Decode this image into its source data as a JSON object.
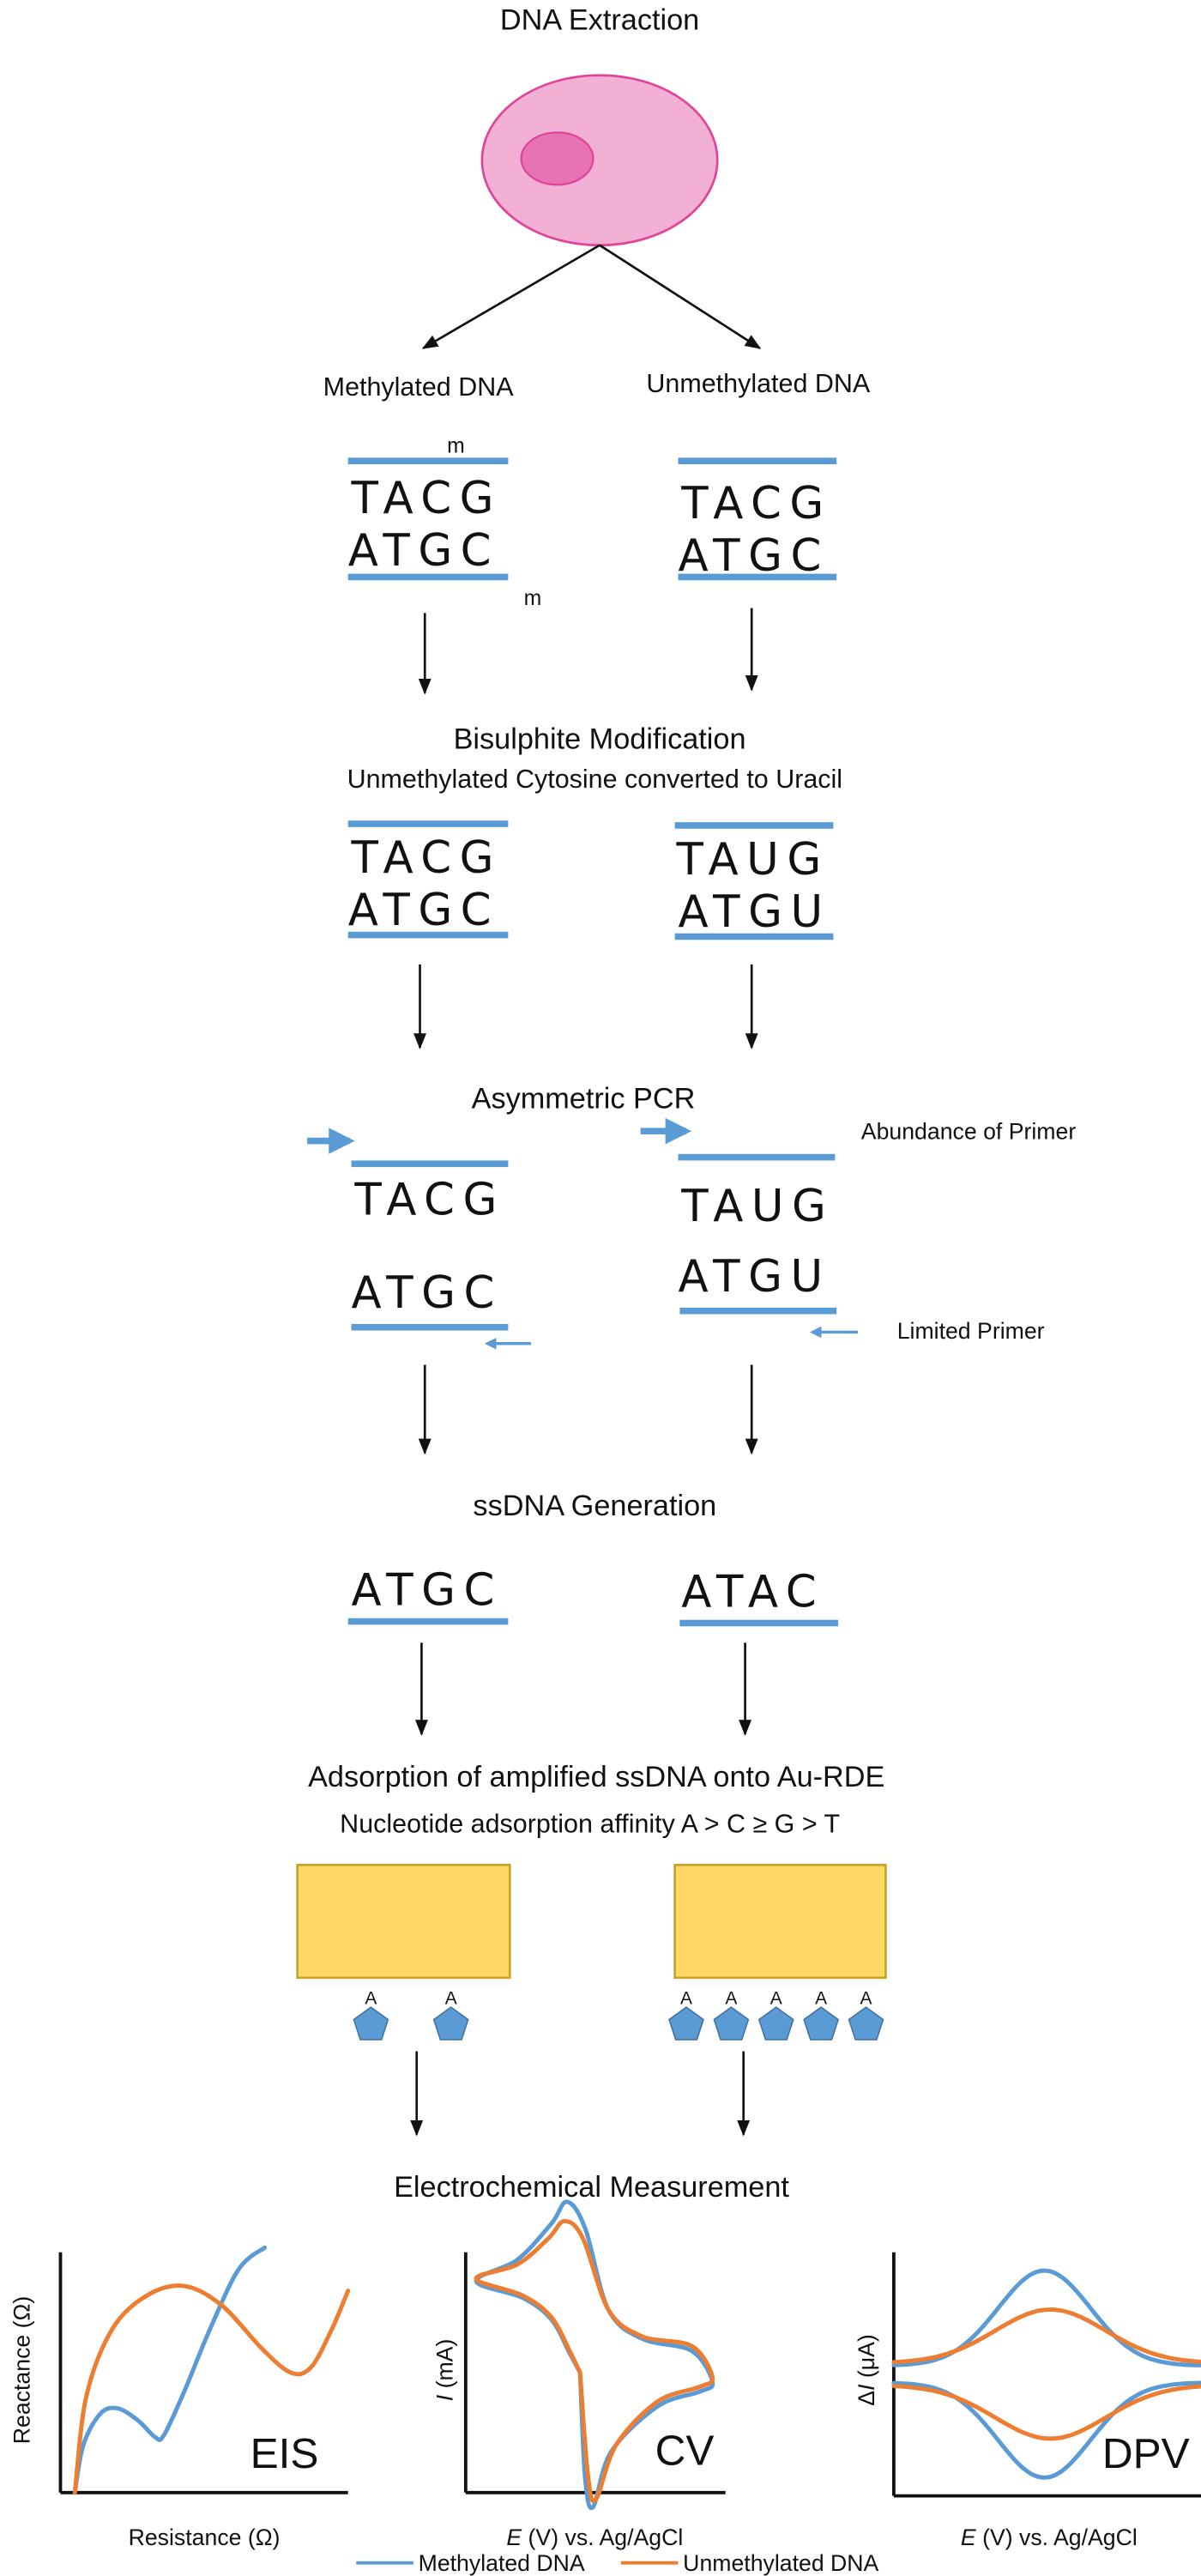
{
  "colors": {
    "strand": "#5b9bd5",
    "methylated": "#5b9bd5",
    "unmethylated": "#ed7d31",
    "cell_fill": "#f2b0d4",
    "cell_stroke": "#e0449a",
    "nucleus_fill": "#e873b4",
    "electrode_fill": "#fdd866",
    "electrode_stroke": "#c9a227",
    "pentagon_fill": "#5b9bd5",
    "pentagon_stroke": "#41719c"
  },
  "steps": {
    "extraction": {
      "title": "DNA Extraction"
    },
    "branches": {
      "left": "Methylated DNA",
      "right": "Unmethylated DNA"
    },
    "initial": {
      "methyl_mark": "m",
      "left": {
        "top": "TACG",
        "bottom": "ATGC"
      },
      "right": {
        "top": "TACG",
        "bottom": "ATGC"
      }
    },
    "bisulphite": {
      "title": "Bisulphite Modification",
      "subtitle": "Unmethylated Cytosine converted to Uracil",
      "left": {
        "top": "TACG",
        "bottom": "ATGC"
      },
      "right": {
        "top": "TAUG",
        "bottom": "ATGU"
      }
    },
    "pcr": {
      "title": "Asymmetric PCR",
      "abundance_label": "Abundance of Primer",
      "limited_label": "Limited Primer",
      "left": {
        "top": "TACG",
        "bottom": "ATGC"
      },
      "right": {
        "top": "TAUG",
        "bottom": "ATGU"
      }
    },
    "ssdna": {
      "title": "ssDNA Generation",
      "left": "ATGC",
      "right": "ATAC"
    },
    "adsorption": {
      "title": "Adsorption of amplified ssDNA onto Au-RDE",
      "subtitle": "Nucleotide adsorption affinity A > C ≥ G > T",
      "nucleotide_label": "A",
      "left_count": 2,
      "right_count": 5
    },
    "measurement": {
      "title": "Electrochemical Measurement"
    }
  },
  "legend": [
    {
      "label": "Methylated DNA",
      "color": "#5b9bd5"
    },
    {
      "label": "Unmethylated DNA",
      "color": "#ed7d31"
    }
  ],
  "chart_data": [
    {
      "type": "line",
      "title": "EIS",
      "xlabel": "Resistance (Ω)",
      "ylabel": "Reactance (Ω)",
      "grid": false,
      "xlim": [
        0,
        10
      ],
      "ylim": [
        0,
        10
      ],
      "series": [
        {
          "name": "Methylated DNA",
          "x": [
            0.5,
            0.8,
            1.4,
            2.0,
            2.7,
            3.3,
            3.6,
            4.3,
            5.2,
            6.2,
            7.1
          ],
          "y": [
            0,
            2.0,
            3.3,
            3.5,
            3.0,
            2.3,
            2.4,
            4.2,
            6.8,
            9.3,
            10.2
          ]
        },
        {
          "name": "Unmethylated DNA",
          "x": [
            0.5,
            0.9,
            1.8,
            3.0,
            4.3,
            5.6,
            7.0,
            8.0,
            8.7,
            9.4,
            10.0
          ],
          "y": [
            0,
            4.0,
            6.8,
            8.2,
            8.6,
            7.8,
            6.0,
            5.0,
            5.2,
            6.7,
            8.4
          ]
        }
      ]
    },
    {
      "type": "line",
      "title": "CV",
      "xlabel": "E (V) vs. Ag/AgCl",
      "ylabel": "I (mA)",
      "grid": false,
      "xlim": [
        0,
        10
      ],
      "ylim": [
        -5,
        5
      ],
      "series": [
        {
          "name": "Methylated DNA",
          "x": [
            4.4,
            4.0,
            3.3,
            2.2,
            0.4,
            2.0,
            3.3,
            3.9,
            4.6,
            5.5,
            6.8,
            8.7,
            9.5,
            9.0,
            7.4,
            5.6,
            4.9,
            4.6,
            4.4
          ],
          "y": [
            0,
            0.8,
            2.2,
            3.1,
            3.8,
            4.7,
            6.2,
            7.1,
            6.0,
            2.6,
            1.4,
            0.9,
            -0.4,
            -0.8,
            -1.4,
            -3.3,
            -5.6,
            -4.4,
            0
          ]
        },
        {
          "name": "Unmethylated DNA",
          "x": [
            4.4,
            4.0,
            3.3,
            2.2,
            0.4,
            2.0,
            3.2,
            3.8,
            4.5,
            5.5,
            6.8,
            8.7,
            9.5,
            9.0,
            7.4,
            5.8,
            5.0,
            4.7,
            4.4
          ],
          "y": [
            0,
            0.9,
            2.3,
            3.2,
            3.9,
            4.5,
            5.6,
            6.3,
            5.6,
            2.6,
            1.5,
            1.1,
            -0.2,
            -0.6,
            -1.2,
            -3.0,
            -5.3,
            -4.2,
            0
          ]
        }
      ]
    },
    {
      "type": "line",
      "title": "DPV",
      "xlabel": "E (V) vs. Ag/AgCl",
      "ylabel": "ΔI (μA)",
      "grid": false,
      "xlim": [
        0,
        10
      ],
      "ylim": [
        -5,
        5
      ],
      "series": [
        {
          "name": "Methylated DNA",
          "peak_center": 4.9,
          "peak_height": 3.9,
          "baseline_offset": 0.1,
          "width": 1.5
        },
        {
          "name": "Unmethylated DNA",
          "peak_center": 5.1,
          "peak_height": 2.2,
          "baseline_offset": 0.2,
          "width": 1.8
        }
      ]
    }
  ]
}
